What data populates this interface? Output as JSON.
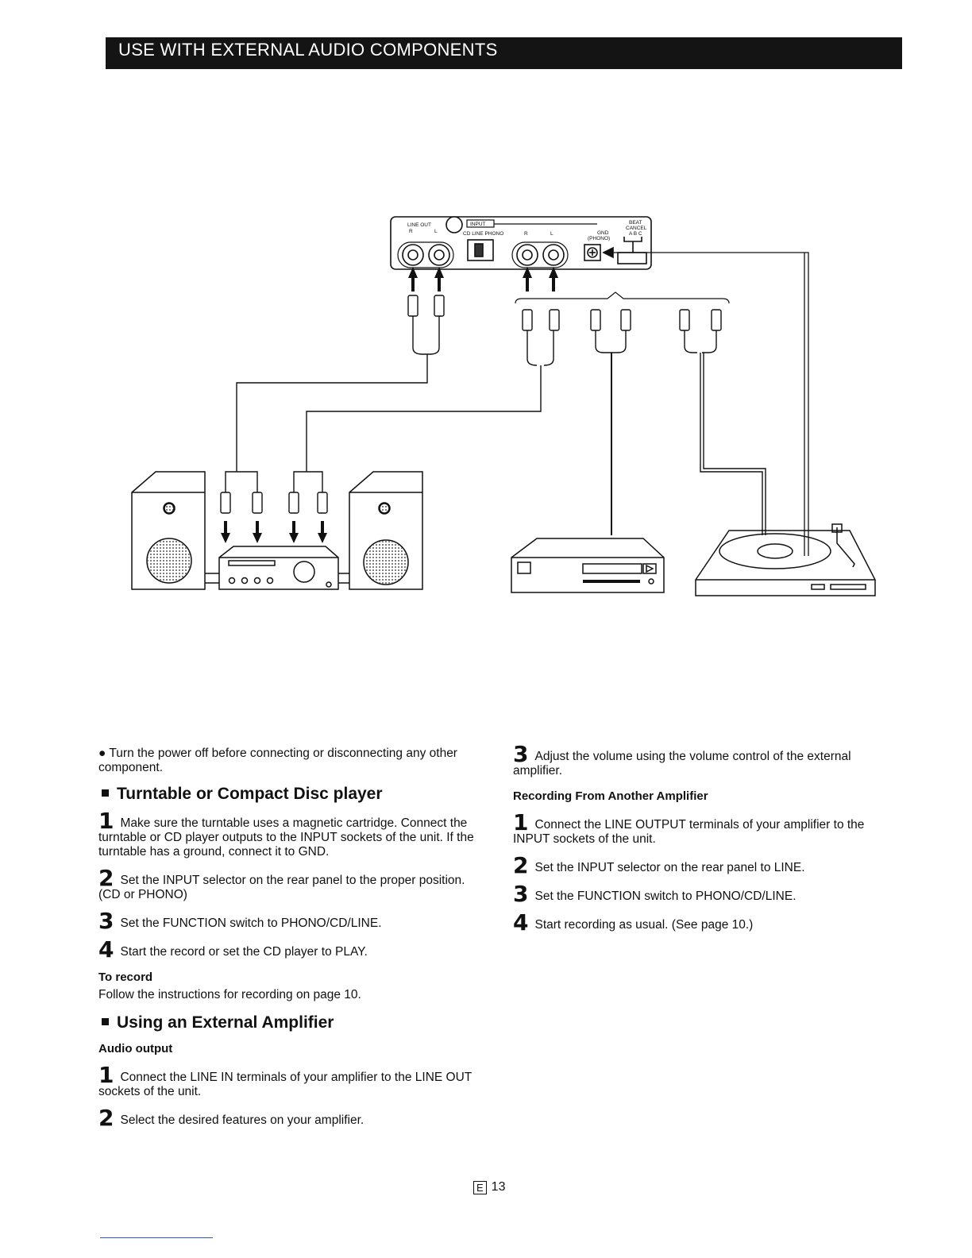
{
  "header": {
    "title": "USE WITH EXTERNAL AUDIO COMPONENTS"
  },
  "panel": {
    "line_out": "LINE OUT",
    "r": "R",
    "l": "L",
    "input": "INPUT",
    "cd_line_phono": "CD LINE PHONO",
    "gnd": "GND",
    "phono": "(PHONO)",
    "beat_cancel_1": "BEAT",
    "beat_cancel_2": "CANCEL",
    "abc": "A B C"
  },
  "intro": {
    "note": "Turn the power off before connecting or disconnecting any other component."
  },
  "turntable_section": {
    "heading": "Turntable or Compact Disc player",
    "steps": [
      {
        "num": "1",
        "text": "Make sure the turntable uses a magnetic cartridge. Connect the turntable or CD player outputs to the INPUT sockets of the unit. If the turntable has a ground, connect it to GND."
      },
      {
        "num": "2",
        "text": "Set the INPUT selector on the rear panel to the proper position. (CD or PHONO)"
      },
      {
        "num": "3",
        "text": "Set the FUNCTION switch to PHONO/CD/LINE."
      },
      {
        "num": "4",
        "text": "Start the record or set the CD player to PLAY."
      }
    ],
    "to_record_heading": "To record",
    "to_record_text": "Follow the instructions for recording on page 10."
  },
  "amplifier_section": {
    "heading": "Using an External Amplifier",
    "audio_output_heading": "Audio output",
    "steps": [
      {
        "num": "1",
        "text": "Connect the LINE IN terminals of your amplifier to the LINE OUT sockets of the unit."
      },
      {
        "num": "2",
        "text": "Select the desired features on your amplifier."
      },
      {
        "num": "3",
        "text": "Adjust the volume using the volume control of the external amplifier."
      }
    ]
  },
  "recording_section": {
    "heading": "Recording From Another Amplifier",
    "steps": [
      {
        "num": "1",
        "text": "Connect the LINE OUTPUT terminals of your amplifier to the INPUT sockets of the unit."
      },
      {
        "num": "2",
        "text": "Set the INPUT selector on the rear panel to LINE."
      },
      {
        "num": "3",
        "text": "Set the FUNCTION switch to PHONO/CD/LINE."
      },
      {
        "num": "4",
        "text": "Start recording as usual. (See page 10.)"
      }
    ]
  },
  "footer": {
    "e_label": "E",
    "page_number": "13"
  }
}
